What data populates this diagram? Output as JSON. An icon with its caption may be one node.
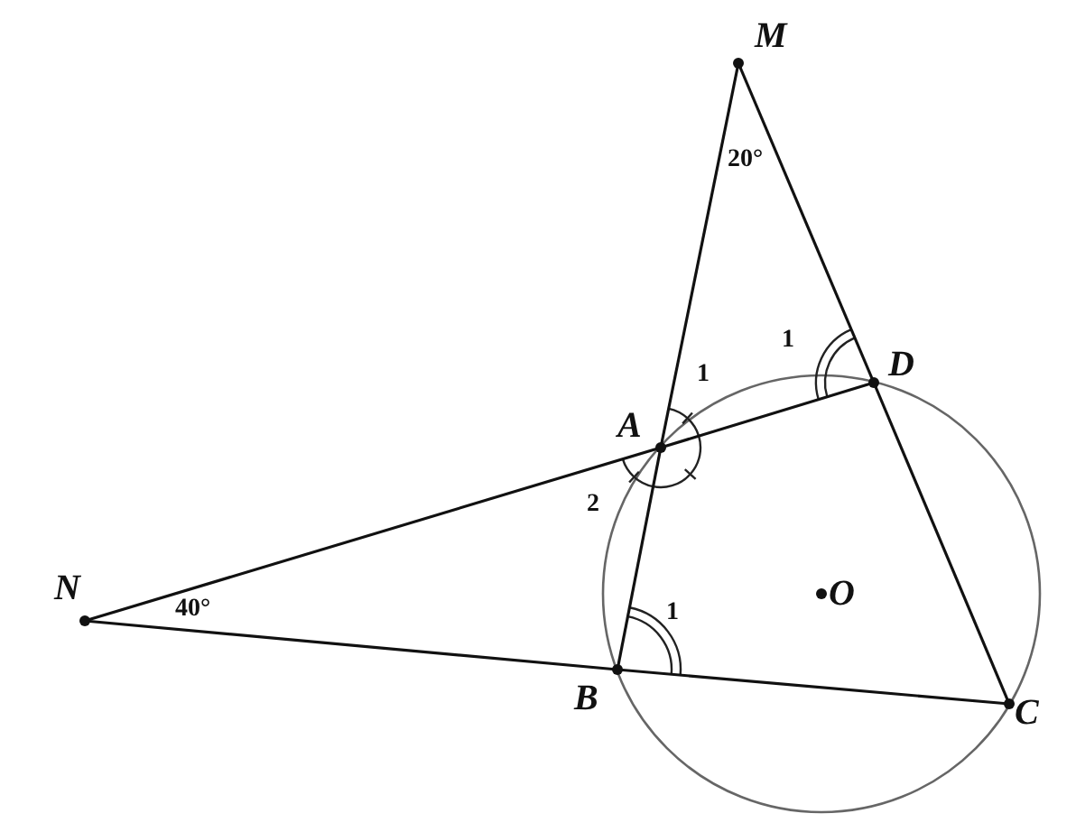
{
  "diagram": {
    "nodes": [
      {
        "text": [
          "M"
        ]
      },
      {
        "text": [
          "D"
        ]
      },
      {
        "text": [
          "A"
        ]
      },
      {
        "text": [
          "N"
        ]
      },
      {
        "text": [
          "O"
        ]
      },
      {
        "text": [
          "B"
        ]
      },
      {
        "text": [
          "C"
        ]
      }
    ],
    "edges": [
      {
        "from": 0,
        "to": 2,
        "arrow": "none"
      },
      {
        "from": 2,
        "to": 5,
        "arrow": "none"
      },
      {
        "from": 0,
        "to": 1,
        "arrow": "none"
      },
      {
        "from": 1,
        "to": 6,
        "arrow": "none"
      },
      {
        "from": 3,
        "to": 2,
        "arrow": "none"
      },
      {
        "from": 2,
        "to": 1,
        "arrow": "none"
      },
      {
        "from": 3,
        "to": 5,
        "arrow": "none"
      },
      {
        "from": 5,
        "to": 6,
        "arrow": "none"
      }
    ],
    "labels": [
      "20°",
      "1",
      "1",
      "2",
      "40°",
      "1"
    ]
  }
}
